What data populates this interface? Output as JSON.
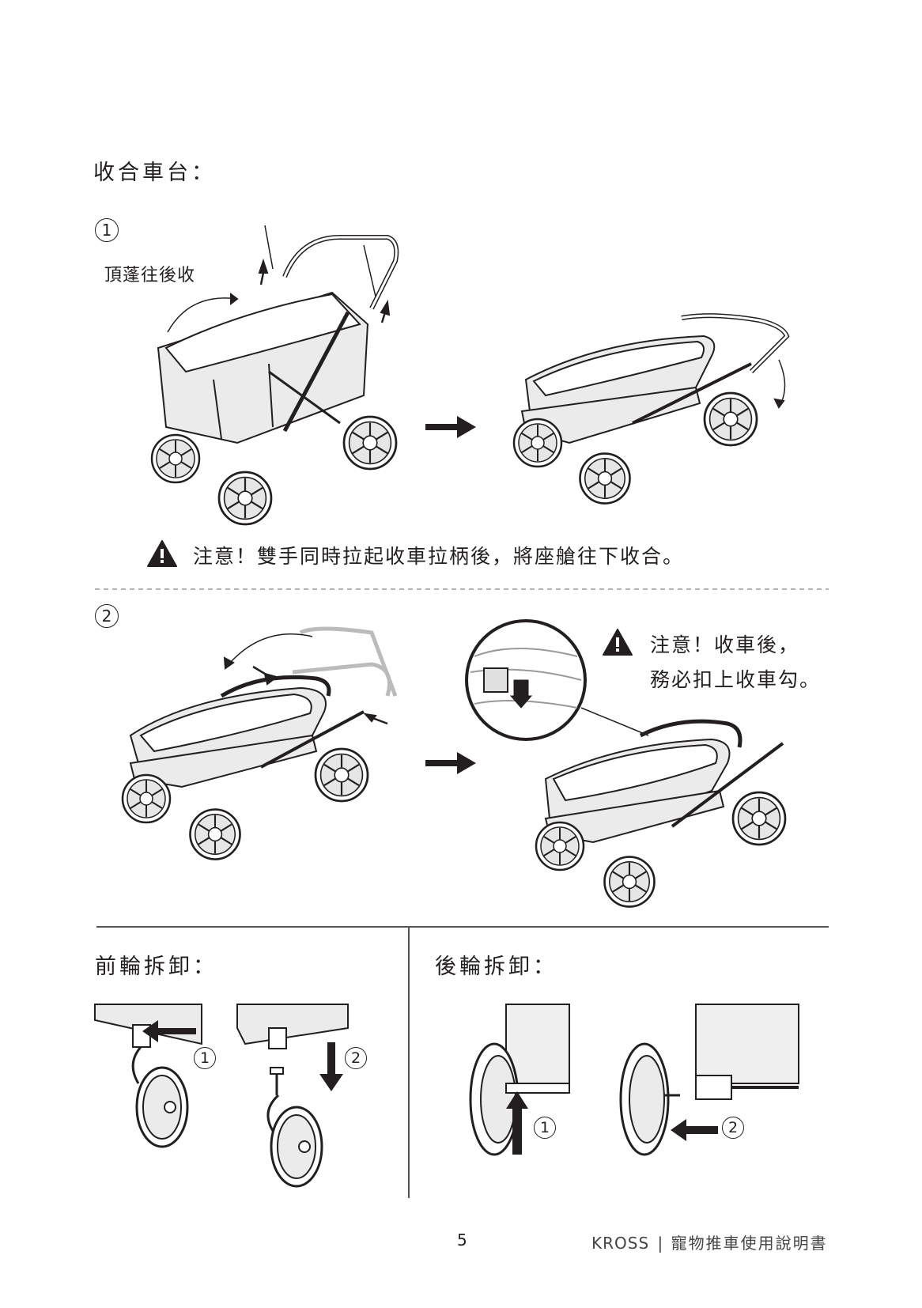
{
  "section_title": "收合車台：",
  "step1": {
    "num": "1",
    "label": "頂蓬往後收",
    "warning": "注意！雙手同時拉起收車拉柄後，將座艙往下收合。"
  },
  "step2": {
    "num": "2",
    "warning_line1": "注意！收車後，",
    "warning_line2": "務必扣上收車勾。"
  },
  "front_wheel": {
    "title": "前輪拆卸：",
    "marker1": "1",
    "marker2": "2"
  },
  "rear_wheel": {
    "title": "後輪拆卸：",
    "marker1": "1",
    "marker2": "2"
  },
  "footer": {
    "page": "5",
    "brand": "KROSS",
    "separator": "|",
    "doc_title": "寵物推車使用說明書"
  },
  "icons": [
    "warning-icon",
    "arrow-right-icon",
    "arrow-up-icon",
    "arrow-down-icon",
    "arrow-left-icon"
  ]
}
